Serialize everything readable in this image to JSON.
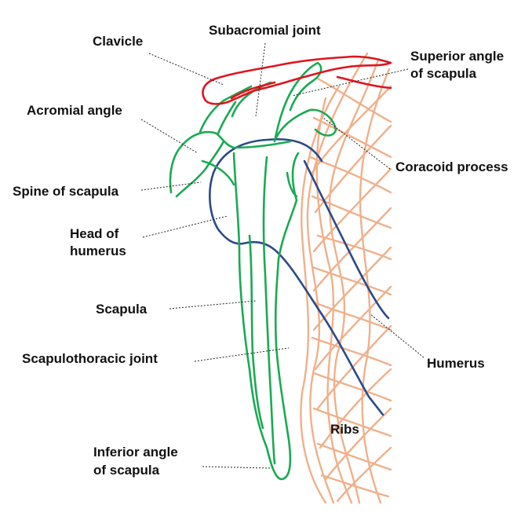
{
  "colors": {
    "clavicle": "#e0141e",
    "scapula": "#1aaa52",
    "humerus": "#2b4a8a",
    "ribs": "#f0b08a",
    "text": "#111111"
  },
  "labels": {
    "clavicle": "Clavicle",
    "subacromial_joint": "Subacromial joint",
    "superior_angle_1": "Superior angle",
    "superior_angle_2": "of scapula",
    "acromial_angle": "Acromial angle",
    "coracoid_process": "Coracoid process",
    "spine_of_scapula": "Spine of scapula",
    "head_of_humerus_1": "Head of",
    "head_of_humerus_2": "humerus",
    "scapula": "Scapula",
    "humerus": "Humerus",
    "scapulothoracic_joint": "Scapulothoracic joint",
    "ribs": "Ribs",
    "inferior_angle_1": "Inferior angle",
    "inferior_angle_2": "of scapula"
  }
}
